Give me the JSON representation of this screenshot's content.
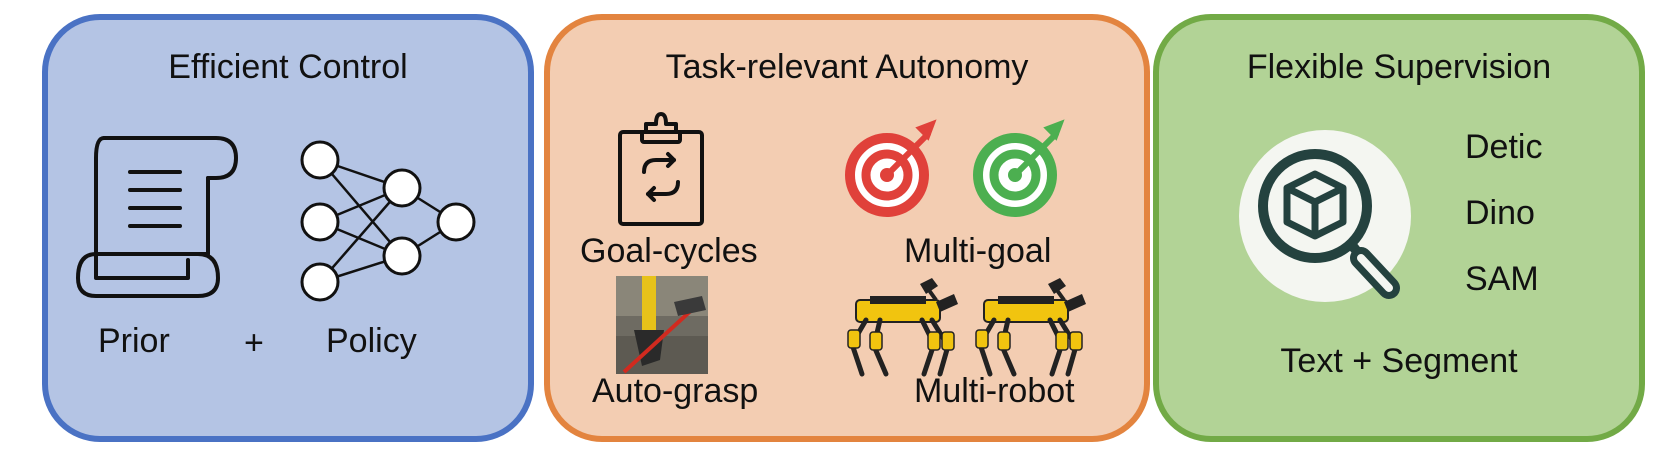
{
  "colors": {
    "control_fill": "#b4c4e4",
    "control_border": "#4a72c4",
    "autonomy_fill": "#f3cdb2",
    "autonomy_border": "#e3843f",
    "supervision_fill": "#b2d396",
    "supervision_border": "#72aa46",
    "target_red": "#e0413a",
    "target_green": "#4caf50",
    "spot_yellow": "#f1c40f",
    "lens_dark": "#24423f"
  },
  "panels": [
    {
      "title": "Efficient Control",
      "prior_label": "Prior",
      "plus": "+",
      "policy_label": "Policy",
      "icons": [
        "scroll-icon",
        "neural-network-icon"
      ]
    },
    {
      "title": "Task-relevant Autonomy",
      "items": [
        "Goal-cycles",
        "Multi-goal",
        "Auto-grasp",
        "Multi-robot"
      ],
      "icons": [
        "clipboard-cycle-icon",
        "target-red-icon",
        "target-green-icon",
        "gripper-photo",
        "robot-dog-icon"
      ]
    },
    {
      "title": "Flexible Supervision",
      "models": [
        "Detic",
        "Dino",
        "SAM"
      ],
      "footer": "Text + Segment",
      "icons": [
        "magnifier-cube-icon"
      ]
    }
  ]
}
